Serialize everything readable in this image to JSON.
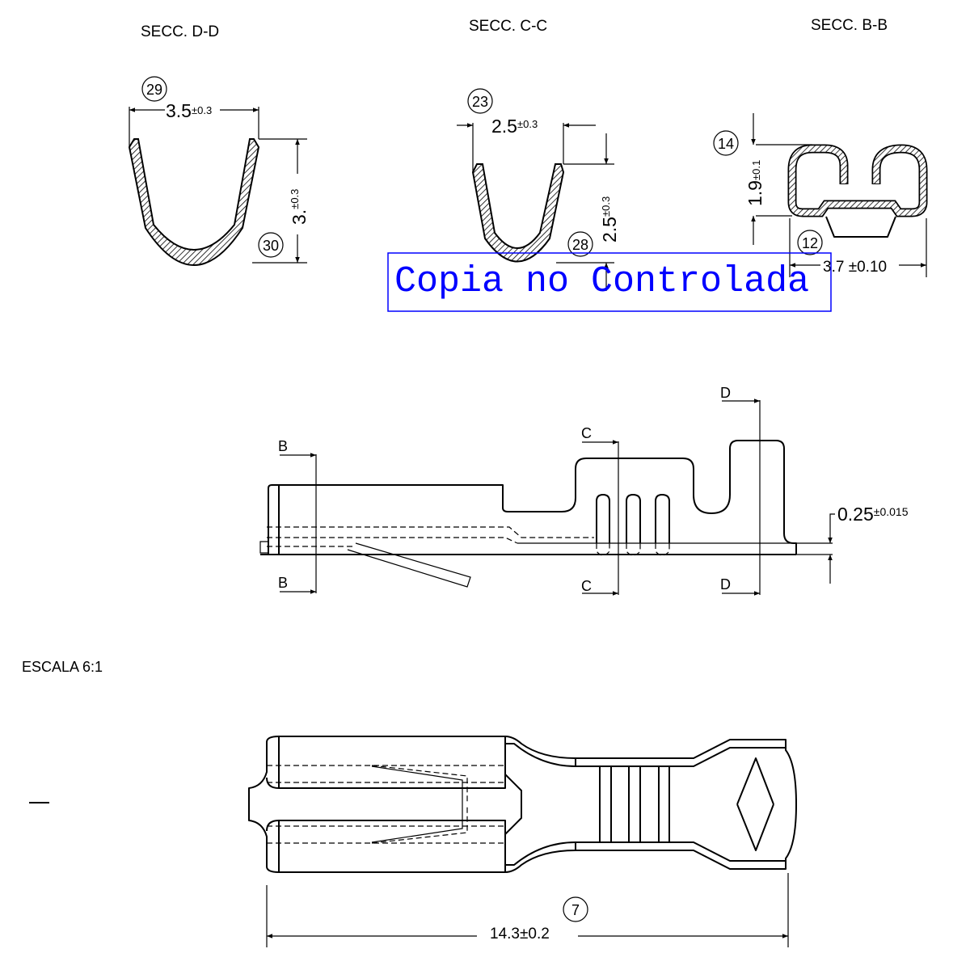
{
  "sections": {
    "dd": {
      "title": "SECC.  D-D",
      "balloon_top": "29",
      "balloon_side": "30",
      "width": "3.5",
      "width_tol": "±0.3",
      "height": "3.",
      "height_tol": "±0.3"
    },
    "cc": {
      "title": "SECC.  C-C",
      "balloon_top": "23",
      "balloon_side": "28",
      "width": "2.5",
      "width_tol": "±0.3",
      "height": "2.5",
      "height_tol": "±0.3"
    },
    "bb": {
      "title": "SECC. B-B",
      "balloon_top": "14",
      "balloon_side": "12",
      "height": "1.9",
      "height_tol": "±0.1",
      "width": "3.7 ±0.10"
    }
  },
  "watermark": "Copia no Controlada",
  "side_view": {
    "cut_labels": {
      "b_top": "B",
      "b_bottom": "B",
      "c_top": "C",
      "c_bottom": "C",
      "d_top": "D",
      "d_bottom": "D"
    },
    "thickness": "0.25",
    "thickness_tol": "±0.015"
  },
  "scale_label": "ESCALA 6:1",
  "top_view": {
    "balloon": "7",
    "length": "14.3±0.2"
  },
  "colors": {
    "line": "#000000",
    "watermark": "#0000ff"
  }
}
